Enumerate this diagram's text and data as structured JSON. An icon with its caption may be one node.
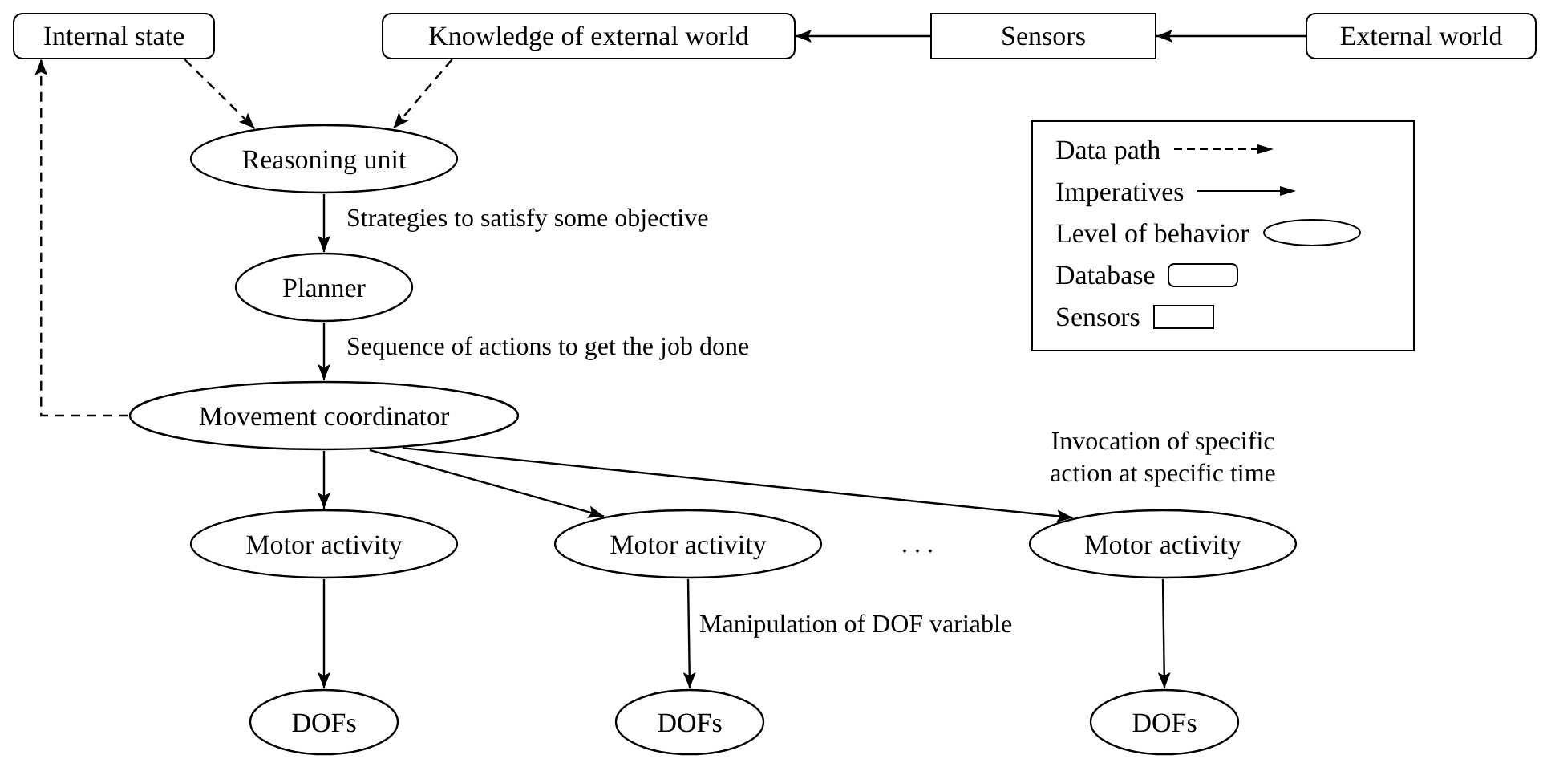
{
  "diagram": {
    "nodes": [
      {
        "text": [
          "Internal state"
        ]
      },
      {
        "text": [
          "Knowledge of external world"
        ]
      },
      {
        "text": [
          "Sensors"
        ]
      },
      {
        "text": [
          "External world"
        ]
      },
      {
        "text": [
          "Reasoning unit"
        ]
      },
      {
        "text": [
          "Planner"
        ]
      },
      {
        "text": [
          "Movement coordinator"
        ]
      },
      {
        "text": [
          "Motor activity"
        ]
      },
      {
        "text": [
          "Motor activity"
        ]
      },
      {
        "text": [
          "Motor activity"
        ]
      },
      {
        "text": [
          "DOFs"
        ]
      },
      {
        "text": [
          "DOFs"
        ]
      },
      {
        "text": [
          "DOFs"
        ]
      }
    ],
    "edges": [
      {
        "from": 3,
        "to": 2,
        "arrow": "to"
      },
      {
        "from": 2,
        "to": 1,
        "arrow": "to"
      },
      {
        "from": 0,
        "to": 4,
        "arrow": "to",
        "style": "dashed"
      },
      {
        "from": 1,
        "to": 4,
        "arrow": "to",
        "style": "dashed"
      },
      {
        "from": 4,
        "to": 5,
        "arrow": "to",
        "label": "Strategies to satisfy some objective"
      },
      {
        "from": 5,
        "to": 6,
        "arrow": "to",
        "label": "Sequence of actions to get the job done"
      },
      {
        "from": 6,
        "to": 0,
        "arrow": "to",
        "style": "dashed"
      },
      {
        "from": 6,
        "to": 7,
        "arrow": "to"
      },
      {
        "from": 6,
        "to": 8,
        "arrow": "to"
      },
      {
        "from": 6,
        "to": 9,
        "arrow": "to",
        "label": "Invocation of specific action at specific time"
      },
      {
        "from": 7,
        "to": 10,
        "arrow": "to"
      },
      {
        "from": 8,
        "to": 11,
        "arrow": "to",
        "label": "Manipulation of DOF variable"
      },
      {
        "from": 9,
        "to": 12,
        "arrow": "to"
      }
    ],
    "labels": [
      ". . ."
    ],
    "legend": [
      {
        "text": "Data path"
      },
      {
        "text": "Imperatives"
      },
      {
        "text": "Level of behavior"
      },
      {
        "text": "Database"
      },
      {
        "text": "Sensors"
      }
    ]
  }
}
